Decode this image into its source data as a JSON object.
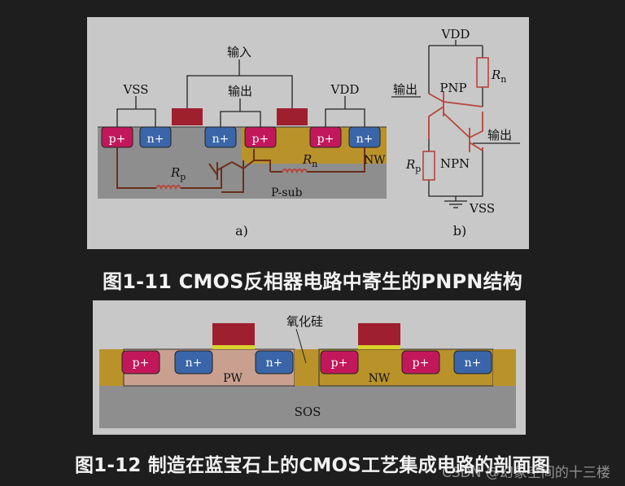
{
  "figure1": {
    "panel_a": {
      "input_label": "输入",
      "output_label": "输出",
      "vss_label": "VSS",
      "vdd_label": "VDD",
      "p_plus": "p+",
      "n_plus": "n+",
      "rp_label": "R",
      "rp_sub": "p",
      "rn_label": "R",
      "rn_sub": "n",
      "nw_label": "NW",
      "psub_label": "P-sub",
      "sub_caption": "a)"
    },
    "panel_b": {
      "vdd_label": "VDD",
      "vss_label": "VSS",
      "pnp_label": "PNP",
      "npn_label": "NPN",
      "output_left": "输出",
      "output_right": "输出",
      "rn_label": "R",
      "rn_sub": "n",
      "rp_label": "R",
      "rp_sub": "p",
      "sub_caption": "b)"
    },
    "caption": "图1-11 CMOS反相器电路中寄生的PNPN结构"
  },
  "figure2": {
    "oxide_label": "氧化硅",
    "p_plus": "p+",
    "n_plus": "n+",
    "pw_label": "PW",
    "nw_label": "NW",
    "sos_label": "SOS",
    "caption": "图1-12 制造在蓝宝石上的CMOS工艺集成电路的剖面图"
  },
  "watermark": "CSDN @幻象空间的十三楼",
  "colors": {
    "p_plus": "#c2185b",
    "n_plus": "#3a65a8",
    "gate": "#9e1f2e",
    "nwell": "#b9922a",
    "pwell": "#c9a08f",
    "substrate": "#8e8e8e",
    "resistor": "#b5463a",
    "wire_brown": "#6b2f1a"
  }
}
